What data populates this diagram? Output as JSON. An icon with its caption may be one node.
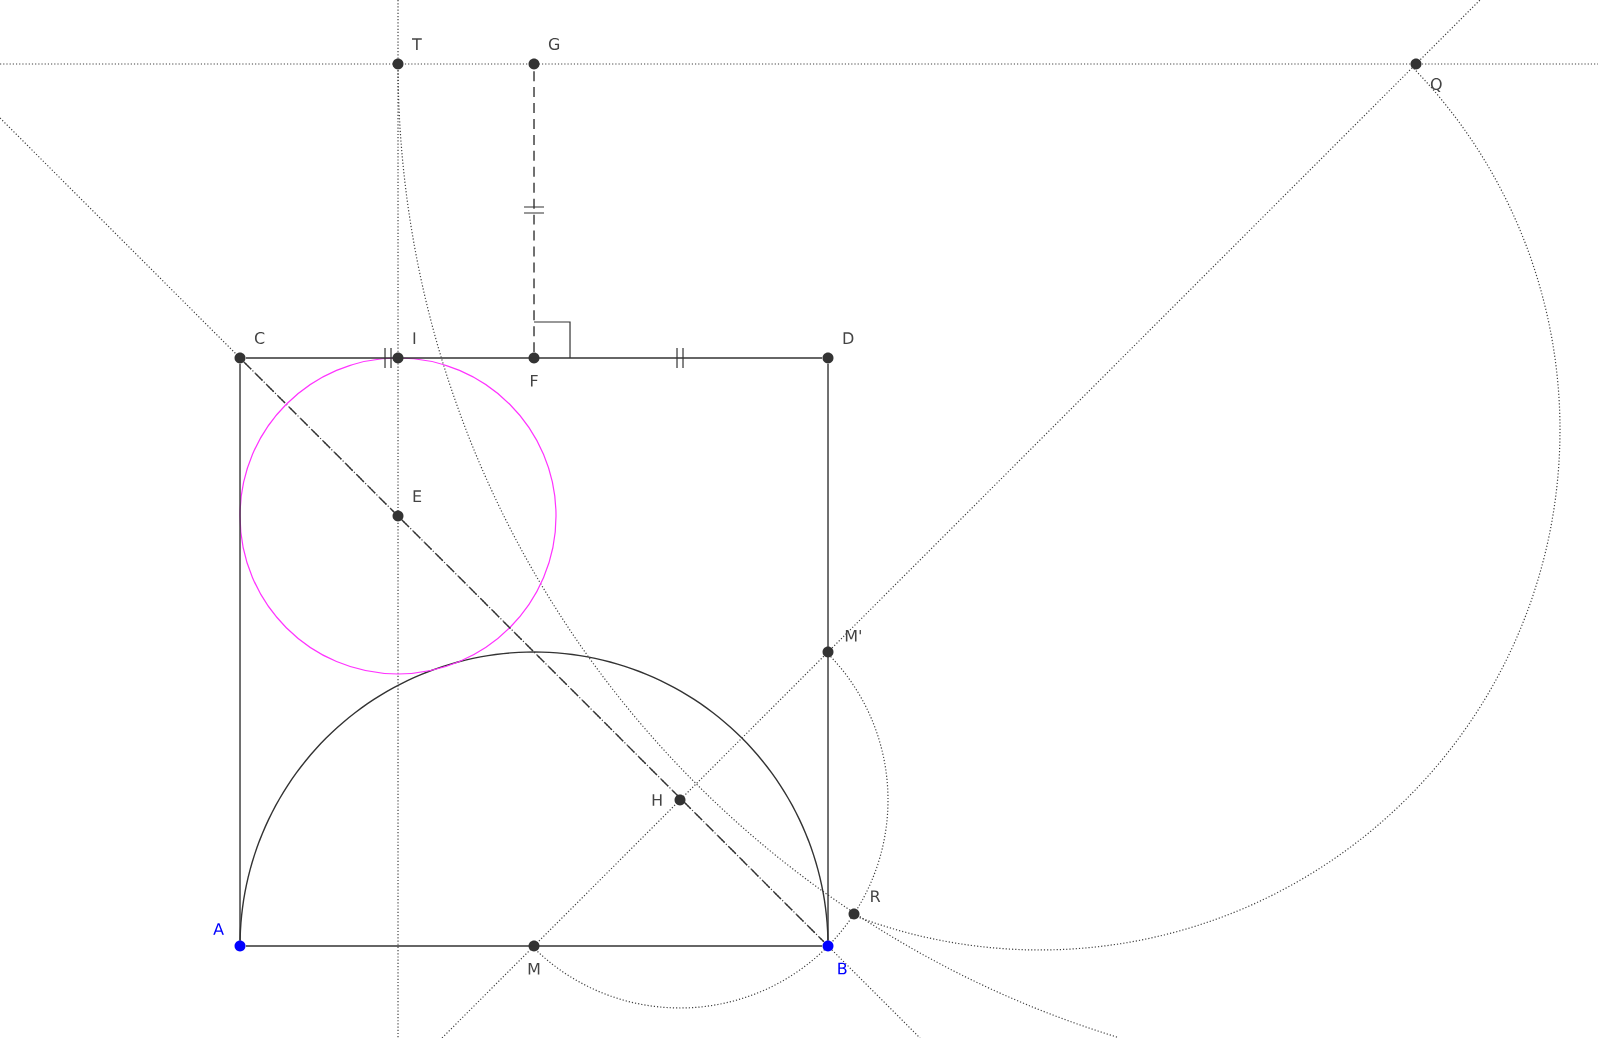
{
  "diagram": {
    "nodes": [
      {
        "text": [
          "A"
        ]
      },
      {
        "text": [
          "B"
        ]
      },
      {
        "text": [
          "C"
        ]
      },
      {
        "text": [
          "D"
        ]
      },
      {
        "text": [
          "E"
        ]
      },
      {
        "text": [
          "F"
        ]
      },
      {
        "text": [
          "G"
        ]
      },
      {
        "text": [
          "H"
        ]
      },
      {
        "text": [
          "I"
        ]
      },
      {
        "text": [
          "M"
        ]
      },
      {
        "text": [
          "M'"
        ]
      },
      {
        "text": [
          "Q"
        ]
      },
      {
        "text": [
          "R"
        ]
      },
      {
        "text": [
          "T"
        ]
      }
    ],
    "edges": [
      {
        "from": 0,
        "to": 1,
        "arrow": "none"
      },
      {
        "from": 1,
        "to": 3,
        "arrow": "none"
      },
      {
        "from": 2,
        "to": 3,
        "arrow": "none"
      },
      {
        "from": 0,
        "to": 2,
        "arrow": "none"
      },
      {
        "from": 2,
        "to": 1,
        "arrow": "none",
        "style": "dashed"
      },
      {
        "from": 5,
        "to": 6,
        "arrow": "none",
        "style": "dashed"
      }
    ]
  }
}
